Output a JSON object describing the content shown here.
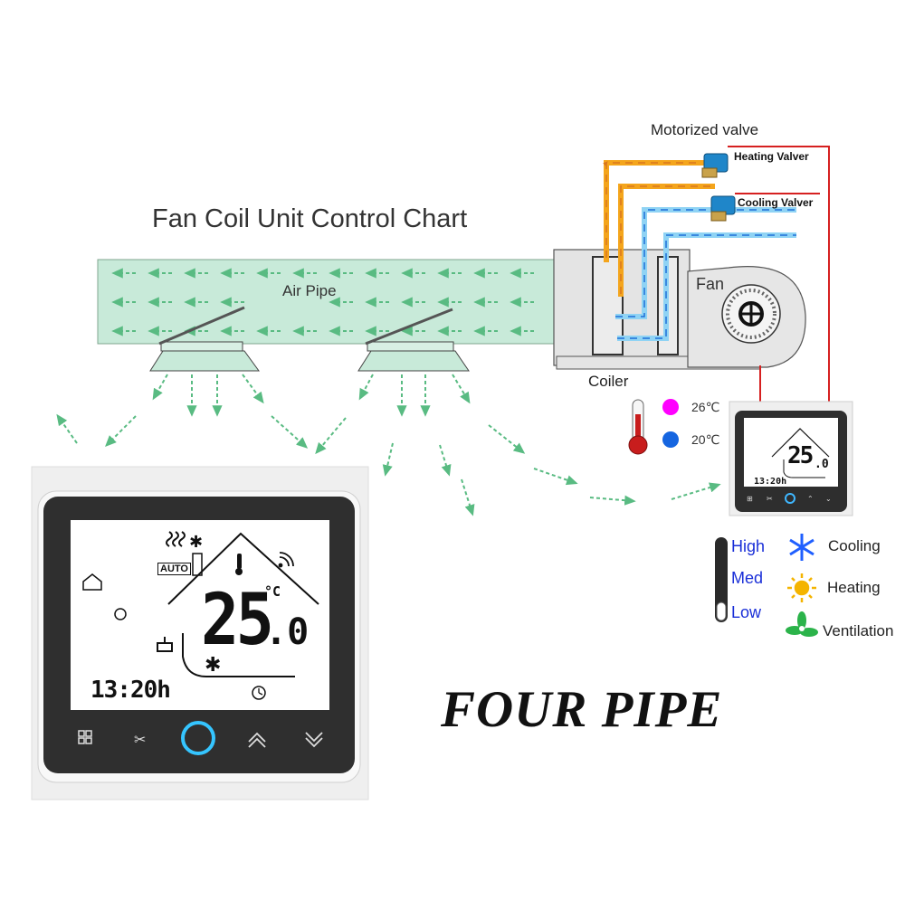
{
  "title": "Fan Coil Unit Control Chart",
  "labels": {
    "air_pipe": "Air Pipe",
    "motorized_valve": "Motorized valve",
    "heating_valve": "Heating Valver",
    "cooling_valve": "Cooling Valver",
    "fan": "Fan",
    "coiler": "Coiler"
  },
  "temperature_legend": [
    {
      "label": "26℃",
      "color": "#ff00ff"
    },
    {
      "label": "20℃",
      "color": "#1565e0"
    }
  ],
  "fan_speed_legend": [
    "High",
    "Med",
    "Low"
  ],
  "mode_legend": [
    {
      "label": "Cooling",
      "icon": "snowflake-icon",
      "color": "#1f5fff"
    },
    {
      "label": "Heating",
      "icon": "sun-icon",
      "color": "#f4b400"
    },
    {
      "label": "Ventilation",
      "icon": "fan-blade-icon",
      "color": "#2bb34a"
    }
  ],
  "thermostat_large": {
    "temperature": "25",
    "decimal": ".0",
    "unit": "°C",
    "time": "13:20h",
    "mode_badge": "AUTO"
  },
  "thermostat_small": {
    "temperature": "25",
    "decimal": ".0",
    "time": "13:20h"
  },
  "caption": "FOUR PIPE",
  "colors": {
    "air_duct": "#c8ead9",
    "air_arrow": "#59bb82",
    "hot_pipe": "#f4a51c",
    "cold_pipe": "#8fd3f4",
    "wire": "#d62020"
  }
}
